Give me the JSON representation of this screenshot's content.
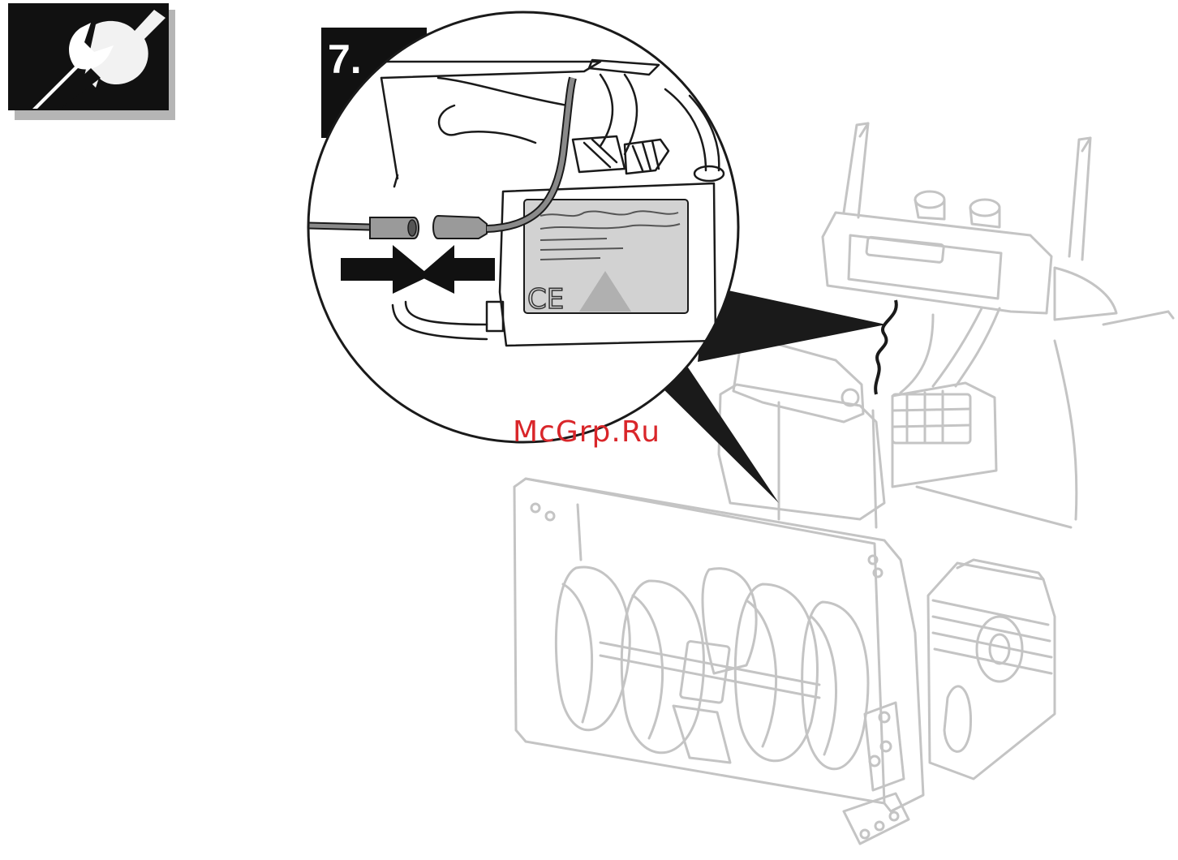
{
  "step": {
    "number": "7."
  },
  "label": {
    "ce_mark": "CE"
  },
  "watermark": {
    "text": "McGrp.Ru"
  },
  "icon": {
    "name": "wrench-icon"
  },
  "colors": {
    "machine_outline": "#c4c4c4",
    "callout_black": "#1a1a1a",
    "label_fill": "#d2d2d2",
    "watermark_red": "#d9262a"
  }
}
